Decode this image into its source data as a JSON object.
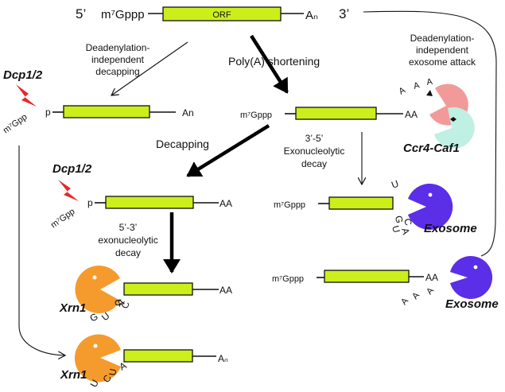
{
  "colors": {
    "orf_box": "#ccee1a",
    "exosome": "#5b2ee8",
    "xrn1": "#f59b2e",
    "ccr4": "#f29a9a",
    "caf1": "#bff0e3",
    "decapping_lightning": "#e8262a"
  },
  "icons": {
    "decapping_enzyme": "lightning-bolt",
    "nucleases": "pacman"
  },
  "top_mrna": {
    "five_prime": "5’",
    "cap": "m⁷Gppp",
    "orf": "ORF",
    "tail": "Aₙ",
    "three_prime": "3’"
  },
  "labels": {
    "deadenylation_independent_decapping": [
      "Deadenylation-",
      "independent",
      "decapping"
    ],
    "polya_shortening": "Poly(A)  shortening",
    "deadenylation_independent_exosome": [
      "Deadenylation-",
      "independent",
      "exosome attack"
    ],
    "decapping": "Decapping",
    "exo_3_5": [
      "3’-5’",
      "Exonucleolytic",
      "decay"
    ],
    "exo_5_3": [
      "5’-3’",
      "exonucleolytic",
      "decay"
    ]
  },
  "enzymes": {
    "dcp": "Dcp1/2",
    "ccr4": "Ccr4-Caf1",
    "exosome": "Exosome",
    "xrn1": "Xrn1"
  },
  "mrna_labels": {
    "decapped_p": "p",
    "m7gpp": "m⁷Gpp",
    "m7gppp": "m⁷Gppp",
    "tail_an_plain": "An",
    "tail_aa": "AA",
    "tail_an_sub": "Aₙ"
  },
  "nucleotides": {
    "ccr4_tail": [
      "A",
      "A",
      "A"
    ],
    "exosome1_tail": [
      "U",
      "G",
      "U",
      "C",
      "A"
    ],
    "exosome2_tail": [
      "A",
      "A",
      "A"
    ],
    "xrn1_1_tail": [
      "G",
      "U",
      "U",
      "A",
      "C"
    ],
    "xrn1_2_tail": [
      "U",
      "C",
      "U",
      "A"
    ]
  }
}
